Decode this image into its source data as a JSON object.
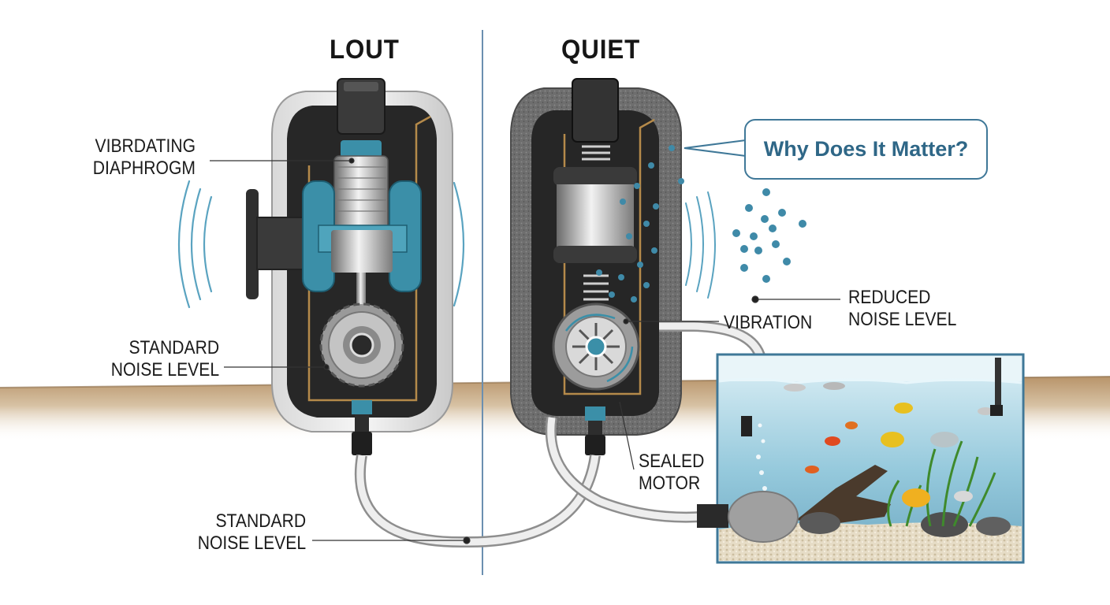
{
  "panels": {
    "left_title": "LOUT",
    "right_title": "QUIET"
  },
  "labels": {
    "vibrating_diaphragm": [
      "VIBRDATING",
      "DIAPHROGM"
    ],
    "standard_noise_upper": [
      "STANDARD",
      "NOISE LEVEL"
    ],
    "standard_noise_lower": [
      "STANDARD",
      "NOISE LEVEL"
    ],
    "vibration": "VIBRATION",
    "reduced_noise": [
      "REDUCED",
      "NOISE LEVEL"
    ],
    "sealed_motor": [
      "SEALED",
      "MOTOR"
    ]
  },
  "callout": {
    "text": "Why Does It Matter?"
  },
  "colors": {
    "accent": "#3b8fa8",
    "sound_wave": "#5aa3c0",
    "divider": "#6b8fb0",
    "housing_dark": "#2a2a2a",
    "foam": "#6f6f6f",
    "ground": "#c4a57c",
    "water": "#a9d4e4",
    "callout_text": "#2f6787"
  }
}
